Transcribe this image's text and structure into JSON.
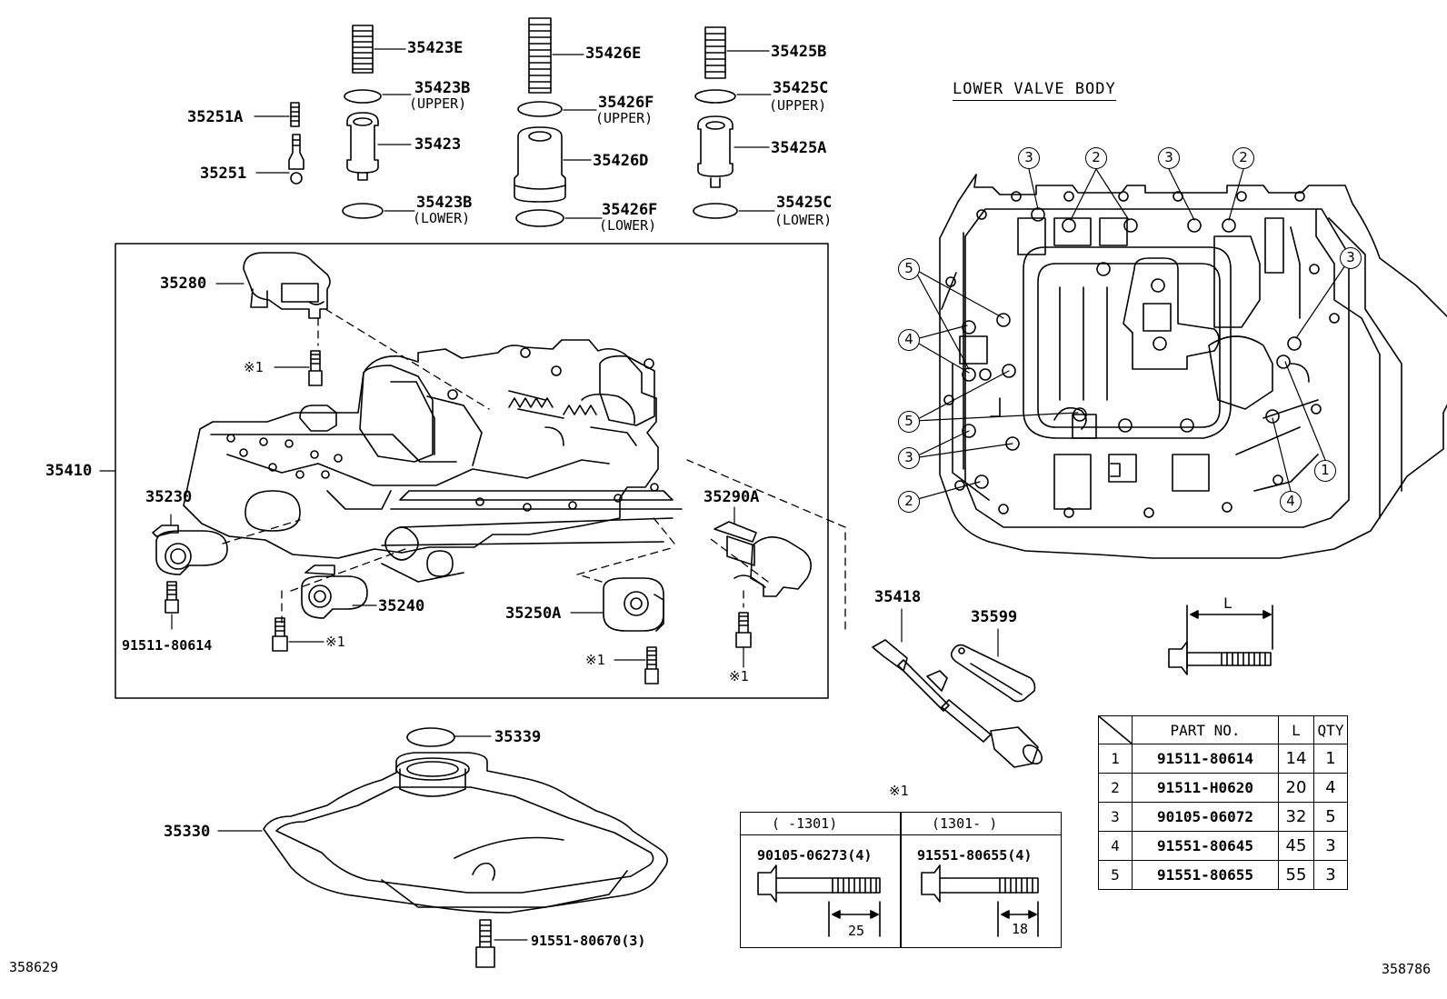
{
  "lower_valve_body_title": "LOWER VALVE BODY",
  "labels": {
    "p35423e": "35423E",
    "p35423b_upper": "35423B",
    "p35423b_upper_sub": "(UPPER)",
    "p35423": "35423",
    "p35423b_lower": "35423B",
    "p35423b_lower_sub": "(LOWER)",
    "p35251a": "35251A",
    "p35251": "35251",
    "p35426e": "35426E",
    "p35426f_upper": "35426F",
    "p35426f_upper_sub": "(UPPER)",
    "p35426d": "35426D",
    "p35426f_lower": "35426F",
    "p35426f_lower_sub": "(LOWER)",
    "p35425b": "35425B",
    "p35425c_upper": "35425C",
    "p35425c_upper_sub": "(UPPER)",
    "p35425a": "35425A",
    "p35425c_lower": "35425C",
    "p35425c_lower_sub": "(LOWER)",
    "p35280": "35280",
    "p35410": "35410",
    "p35230": "35230",
    "p35240": "35240",
    "p35250a": "35250A",
    "p35290a": "35290A",
    "p91511_80614": "91511-80614",
    "star1_a": "※1",
    "star1_b": "※1",
    "star1_c": "※1",
    "star1_d": "※1",
    "p35418": "35418",
    "p35599": "35599",
    "p35339": "35339",
    "p35330": "35330",
    "p91551_80670": "91551-80670(3)",
    "ref_left": "358629",
    "ref_right": "358786",
    "bolt_l_label": "L"
  },
  "callouts": {
    "top": [
      "3",
      "2",
      "3",
      "2"
    ],
    "right_upper": "3",
    "left_5a": "5",
    "left_4": "4",
    "left_5b": "5",
    "left_3": "3",
    "left_2": "2",
    "right_1": "1",
    "right_4": "4"
  },
  "star_box": {
    "title": "※1",
    "left_header": "(   -1301)",
    "right_header": "(1301-   )",
    "left_part": "90105-06273(4)",
    "right_part": "91551-80655(4)",
    "left_len": "25",
    "right_len": "18"
  },
  "parts_table": {
    "headers": [
      "PART NO.",
      "L",
      "QTY"
    ],
    "rows": [
      {
        "idx": "1",
        "part": "91511-80614",
        "len": "14",
        "qty": "1"
      },
      {
        "idx": "2",
        "part": "91511-H0620",
        "len": "20",
        "qty": "4"
      },
      {
        "idx": "3",
        "part": "90105-06072",
        "len": "32",
        "qty": "5"
      },
      {
        "idx": "4",
        "part": "91551-80645",
        "len": "45",
        "qty": "3"
      },
      {
        "idx": "5",
        "part": "91551-80655",
        "len": "55",
        "qty": "3"
      }
    ]
  }
}
